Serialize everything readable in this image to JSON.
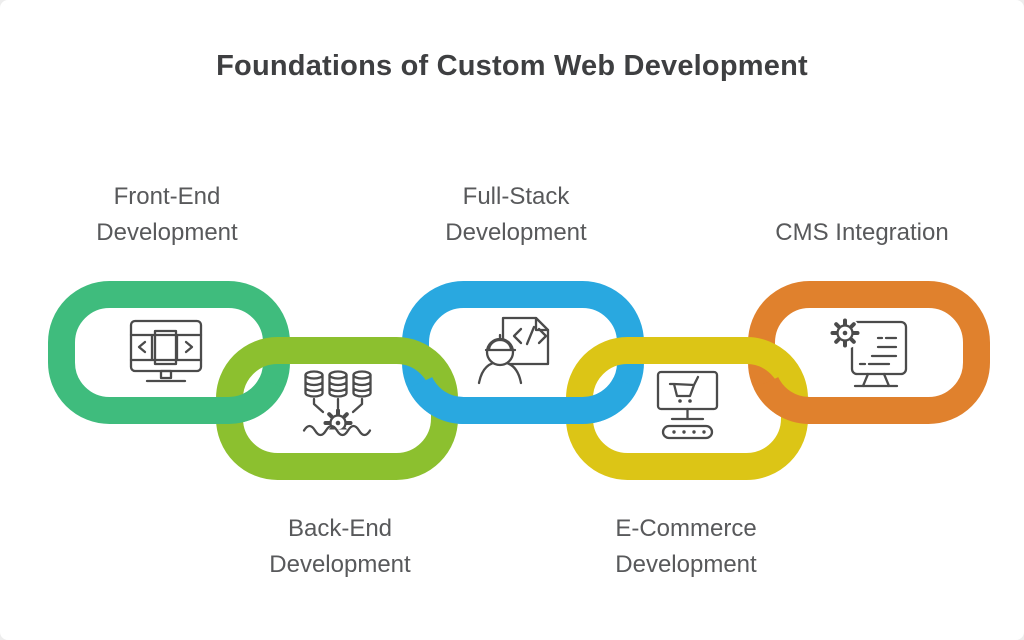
{
  "title": "Foundations of Custom Web Development",
  "diagram": {
    "links": [
      {
        "id": "front-end",
        "label": "Front-End Development",
        "color": "#3fbc7d",
        "row": "top",
        "icon": "browser-layout-icon"
      },
      {
        "id": "back-end",
        "label": "Back-End Development",
        "color": "#8cc02f",
        "row": "bottom",
        "icon": "database-processing-icon"
      },
      {
        "id": "full-stack",
        "label": "Full-Stack Development",
        "color": "#29a8e0",
        "row": "top",
        "icon": "developer-code-document-icon"
      },
      {
        "id": "e-commerce",
        "label": "E-Commerce Development",
        "color": "#dcc516",
        "row": "bottom",
        "icon": "online-store-icon"
      },
      {
        "id": "cms",
        "label": "CMS Integration",
        "color": "#e0812d",
        "row": "top",
        "icon": "gear-monitor-icon"
      }
    ],
    "icon_stroke_color": "#4b4b4b",
    "label_color": "#58595b",
    "title_color": "#3e3f41",
    "background_color": "#ffffff"
  }
}
